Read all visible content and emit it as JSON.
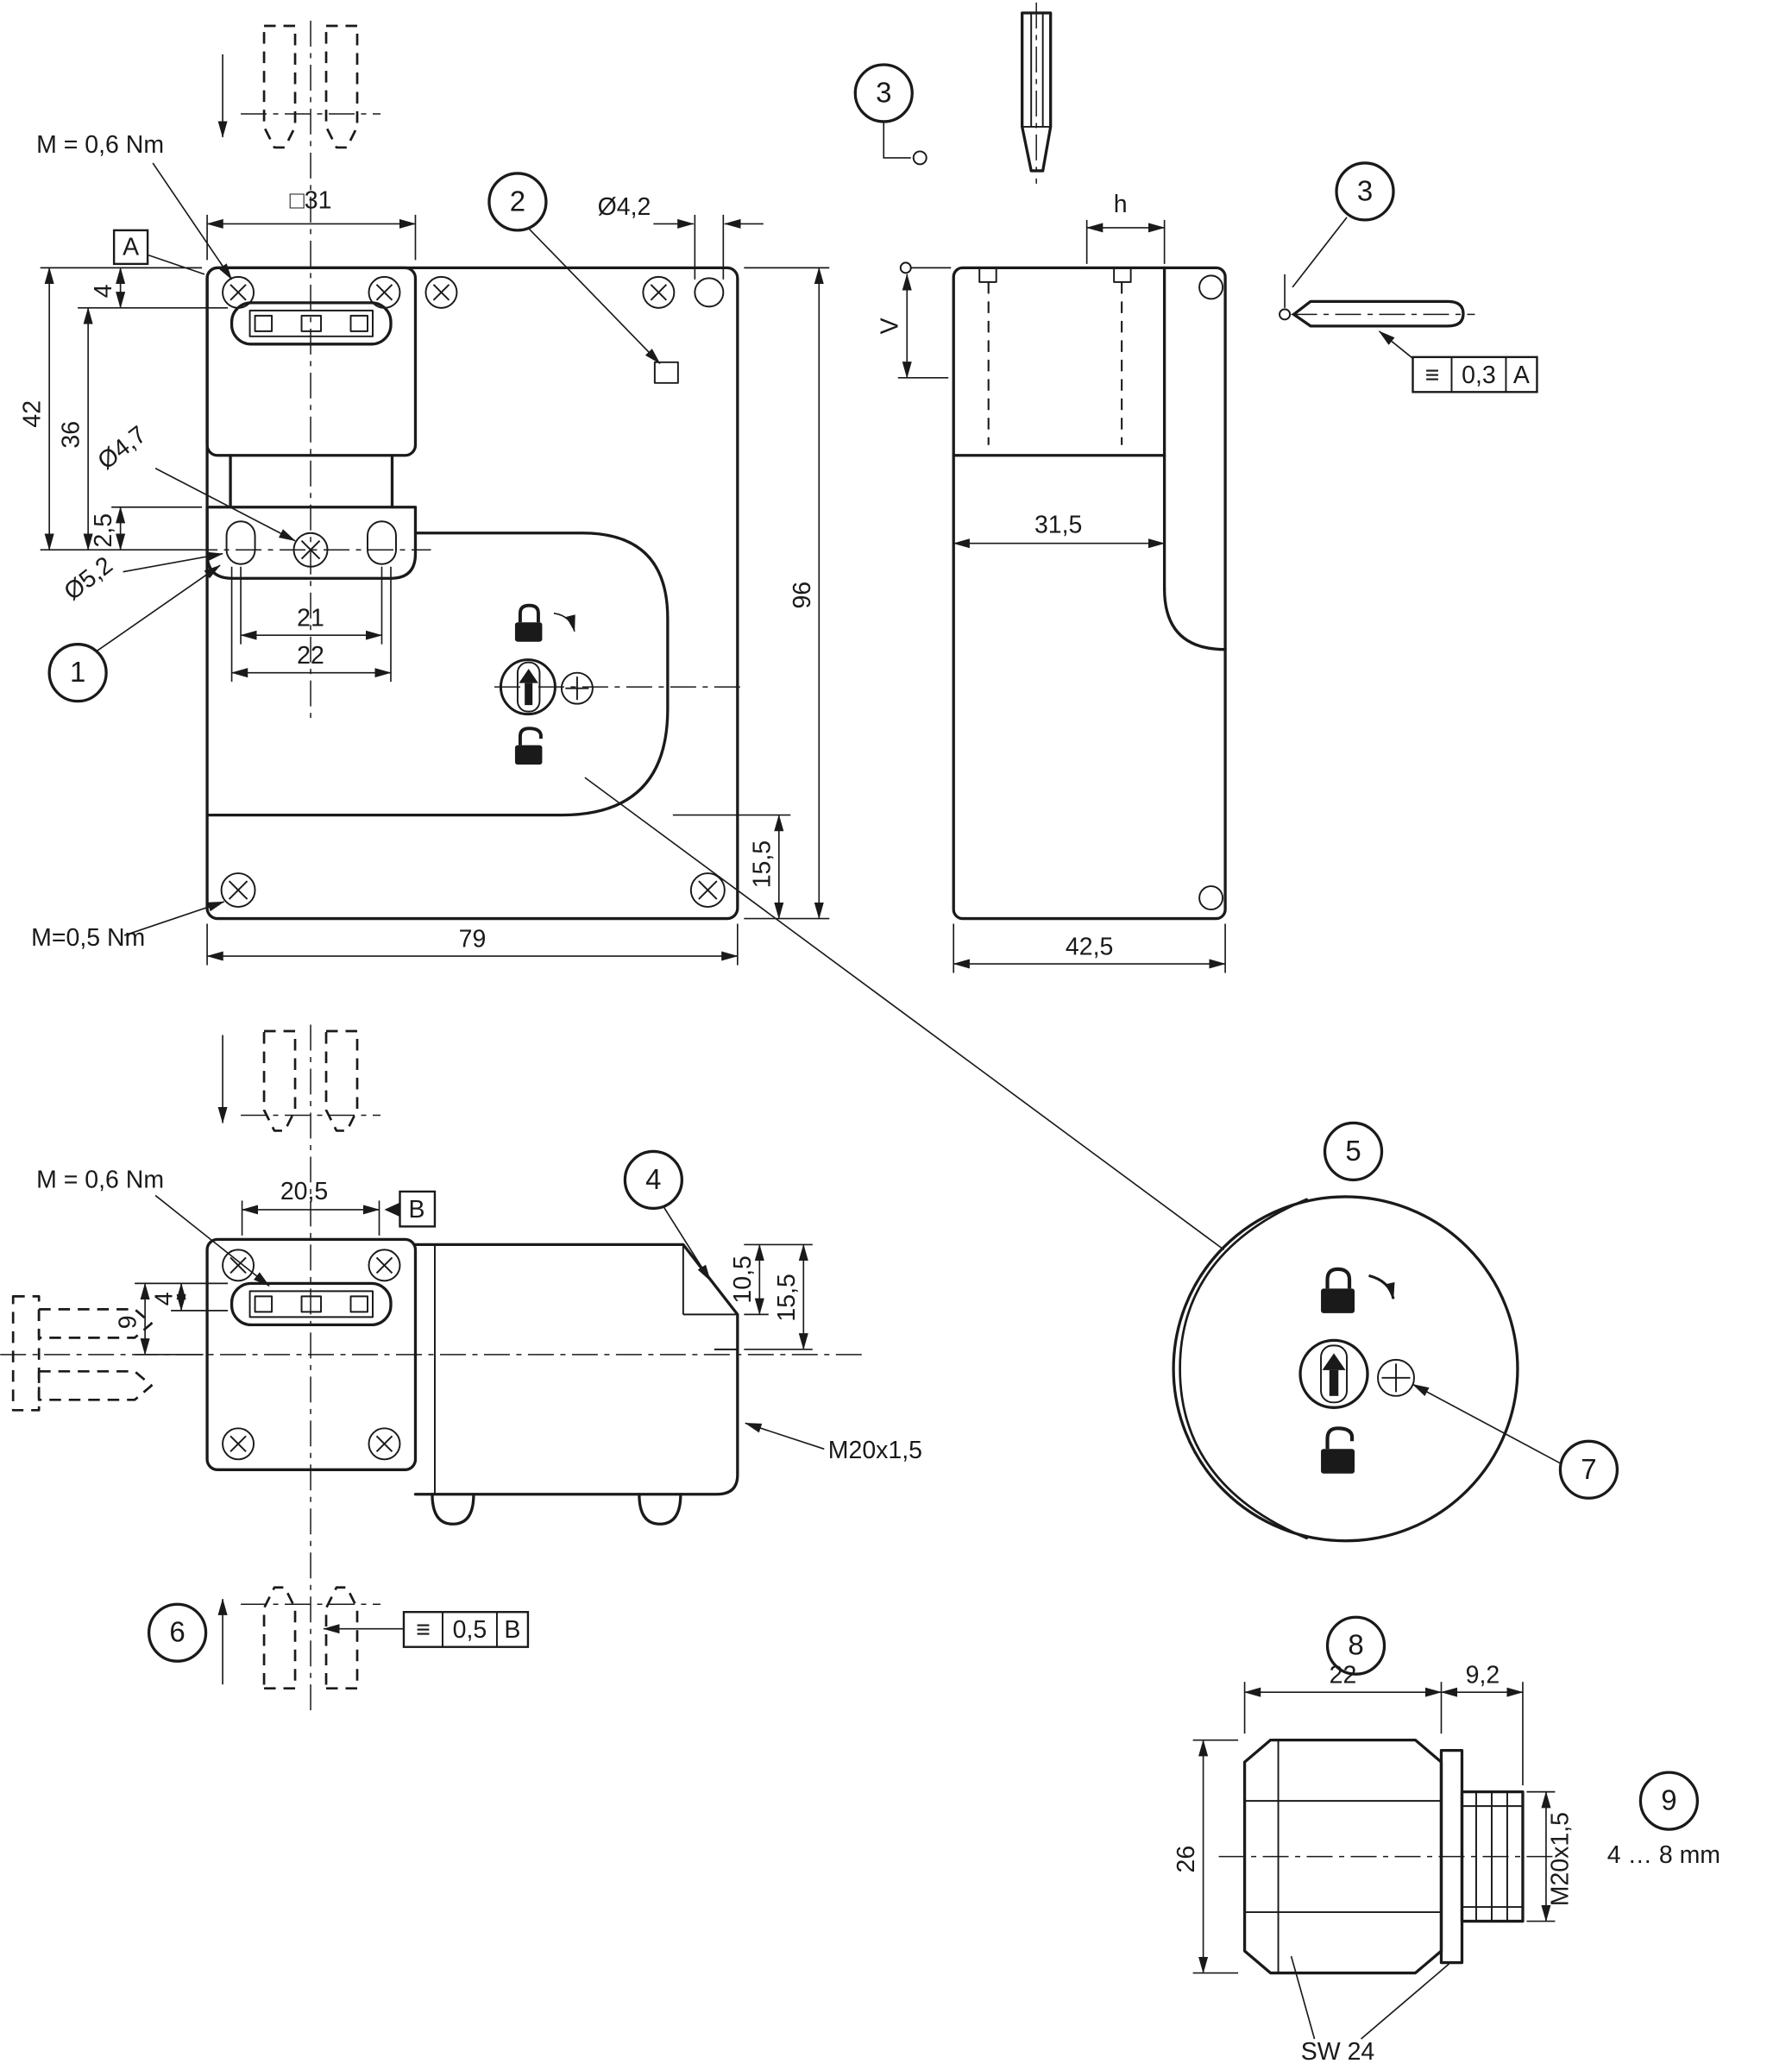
{
  "drawing": {
    "type": "technical-dimension-drawing",
    "subject": "safety interlock switch with separate actuator and cable gland"
  },
  "balloons": {
    "b1": "1",
    "b2": "2",
    "b3a": "3",
    "b3b": "3",
    "b4": "4",
    "b5": "5",
    "b6": "6",
    "b7": "7",
    "b8": "8",
    "b9": "9"
  },
  "front": {
    "torque_top": "M = 0,6 Nm",
    "torque_bottom": "M=0,5 Nm",
    "dim_square": "□31",
    "dim_hole": "Ø4,2",
    "datum_a": "A",
    "dim_4": "4",
    "dim_42": "42",
    "dim_36": "36",
    "dim_2_5": "2,5",
    "dim_d47": "Ø4,7",
    "dim_d52": "Ø5,2",
    "dim_21": "21",
    "dim_22": "22",
    "dim_96": "96",
    "dim_15_5": "15,5",
    "dim_79": "79"
  },
  "side": {
    "dim_v": "V",
    "dim_h": "h",
    "dim_31_5": "31,5",
    "dim_42_5": "42,5",
    "tol": {
      "symbol": "≡",
      "value": "0,3",
      "datum": "A"
    }
  },
  "bottom": {
    "torque_top": "M = 0,6 Nm",
    "dim_20_5": "20,5",
    "datum_b": "B",
    "dim_9": "9",
    "dim_4": "4",
    "dim_10_5": "10,5",
    "dim_15_5": "15,5",
    "thread": "M20x1,5",
    "tol": {
      "symbol": "≡",
      "value": "0,5",
      "datum": "B"
    }
  },
  "gland": {
    "dim_22": "22",
    "dim_9_2": "9,2",
    "dim_26": "26",
    "thread": "M20x1,5",
    "wrench": "SW 24",
    "cable_range": "4 … 8 mm"
  },
  "icons": {
    "locked": "closed-padlock-icon",
    "unlocked": "open-padlock-icon",
    "key_arrow": "insertion-arrow-icon",
    "rotate": "rotate-arrow-icon"
  }
}
